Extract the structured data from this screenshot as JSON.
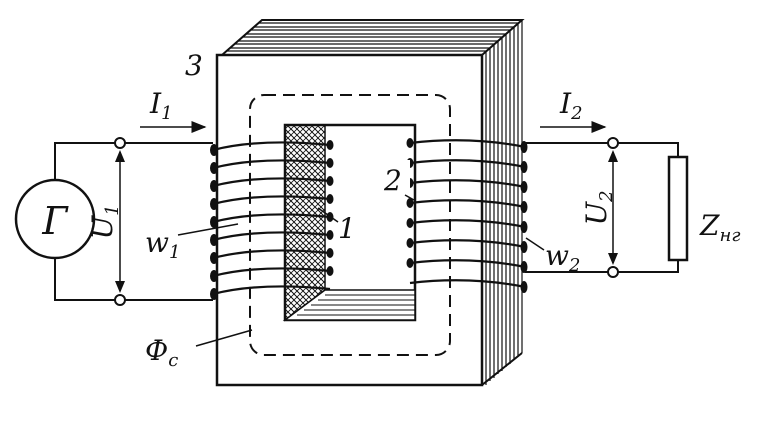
{
  "labels": {
    "core_number": "3",
    "primary_coil_number": "1",
    "secondary_coil_number": "2",
    "primary_current": "I",
    "primary_current_sub": "1",
    "secondary_current": "I",
    "secondary_current_sub": "2",
    "primary_voltage": "U",
    "primary_voltage_sub": "1",
    "secondary_voltage": "U",
    "secondary_voltage_sub": "2",
    "primary_turns": "w",
    "primary_turns_sub": "1",
    "secondary_turns": "w",
    "secondary_turns_sub": "2",
    "flux": "Ф",
    "flux_sub": "с",
    "generator": "Г",
    "load": "Z",
    "load_sub": "нг"
  },
  "colors": {
    "ink": "#111111",
    "paper": "#ffffff"
  }
}
